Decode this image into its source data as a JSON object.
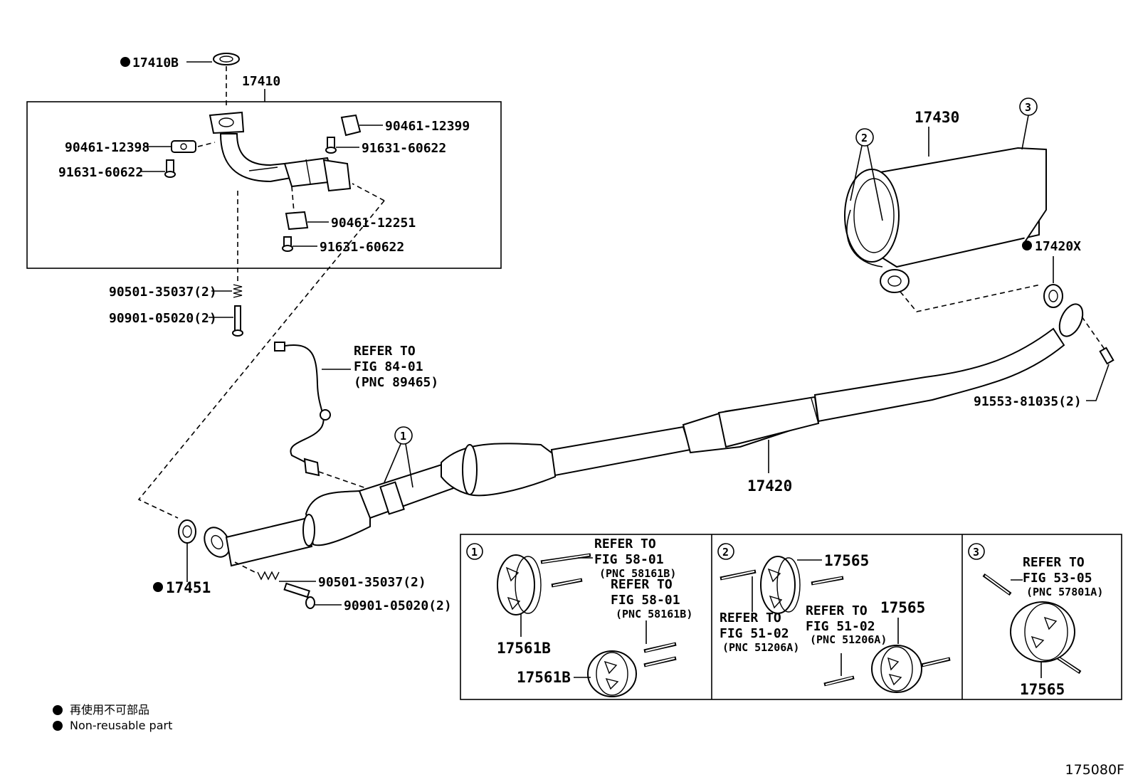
{
  "labels": {
    "p17410B": "17410B",
    "p17410": "17410",
    "p90461_12399": "90461-12399",
    "p90461_12398": "90461-12398",
    "p91631_60622_a": "91631-60622",
    "p91631_60622_b": "91631-60622",
    "p90461_12251": "90461-12251",
    "p91631_60622_c": "91631-60622",
    "p90501_35037_a": "90501-35037(2)",
    "p90901_05020_a": "90901-05020(2)",
    "p17430": "17430",
    "p17420X": "17420X",
    "p91553_81035": "91553-81035(2)",
    "p17420": "17420",
    "p17451": "17451",
    "p90501_35037_b": "90501-35037(2)",
    "p90901_05020_b": "90901-05020(2)",
    "ref_sensor": [
      "REFER TO",
      "FIG 84-01",
      "(PNC 89465)"
    ],
    "callout1": "1",
    "callout2": "2",
    "callout3": "3"
  },
  "insets": {
    "box1": {
      "num": "1",
      "ref_a": [
        "REFER TO",
        "FIG 58-01",
        "(PNC 58161B)"
      ],
      "ref_b": [
        "REFER TO",
        "FIG 58-01",
        "(PNC 58161B)"
      ],
      "part_a": "17561B",
      "part_b": "17561B"
    },
    "box2": {
      "num": "2",
      "part_a": "17565",
      "part_b": "17565",
      "ref_a": [
        "REFER TO",
        "FIG 51-02",
        "(PNC 51206A)"
      ],
      "ref_b": [
        "REFER TO",
        "FIG 51-02",
        "(PNC 51206A)"
      ]
    },
    "box3": {
      "num": "3",
      "ref": [
        "REFER TO",
        "FIG 53-05",
        "(PNC 57801A)"
      ],
      "part": "17565"
    }
  },
  "legend": {
    "line_jp": "再使用不可部品",
    "line_en": "Non-reusable part"
  },
  "figure_id": "175080F"
}
